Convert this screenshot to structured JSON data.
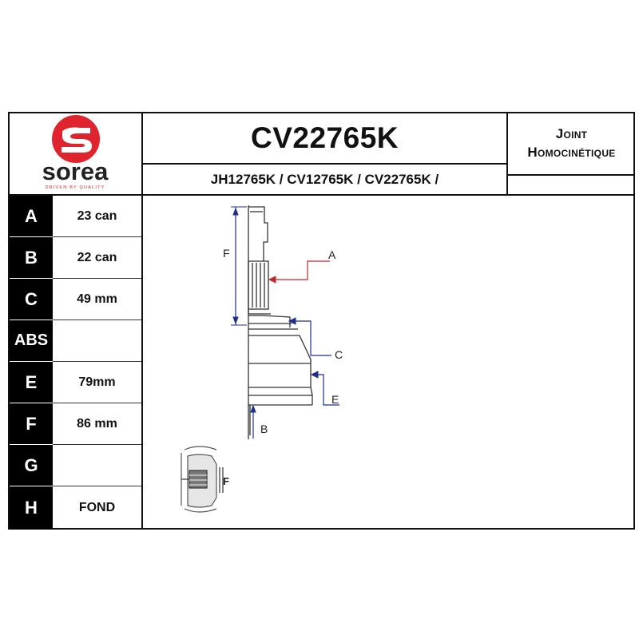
{
  "brand": {
    "name": "sorea",
    "tagline": "DRIVEN BY QUALITY",
    "logo_color": "#e0242d"
  },
  "header": {
    "part_number": "CV22765K",
    "references": "JH12765K / CV12765K / CV22765K /",
    "product_type": [
      "Joint",
      "Homocinétique"
    ]
  },
  "specs": [
    {
      "label": "A",
      "value": "23 can"
    },
    {
      "label": "B",
      "value": "22 can"
    },
    {
      "label": "C",
      "value": "49 mm"
    },
    {
      "label": "ABS",
      "value": ""
    },
    {
      "label": "E",
      "value": "79mm"
    },
    {
      "label": "F",
      "value": "86 mm"
    },
    {
      "label": "G",
      "value": ""
    },
    {
      "label": "H",
      "value": "FOND"
    }
  ],
  "diagram": {
    "labels": {
      "a": "A",
      "b": "B",
      "c": "C",
      "e": "E",
      "f": "F",
      "inset_f": "F"
    },
    "colors": {
      "arrow_a": "#c0282e",
      "arrow_c": "#1f2f8f",
      "arrow_e": "#1f2f8f",
      "arrow_f": "#1f2f8f",
      "arrow_b": "#1f2f8f"
    }
  }
}
